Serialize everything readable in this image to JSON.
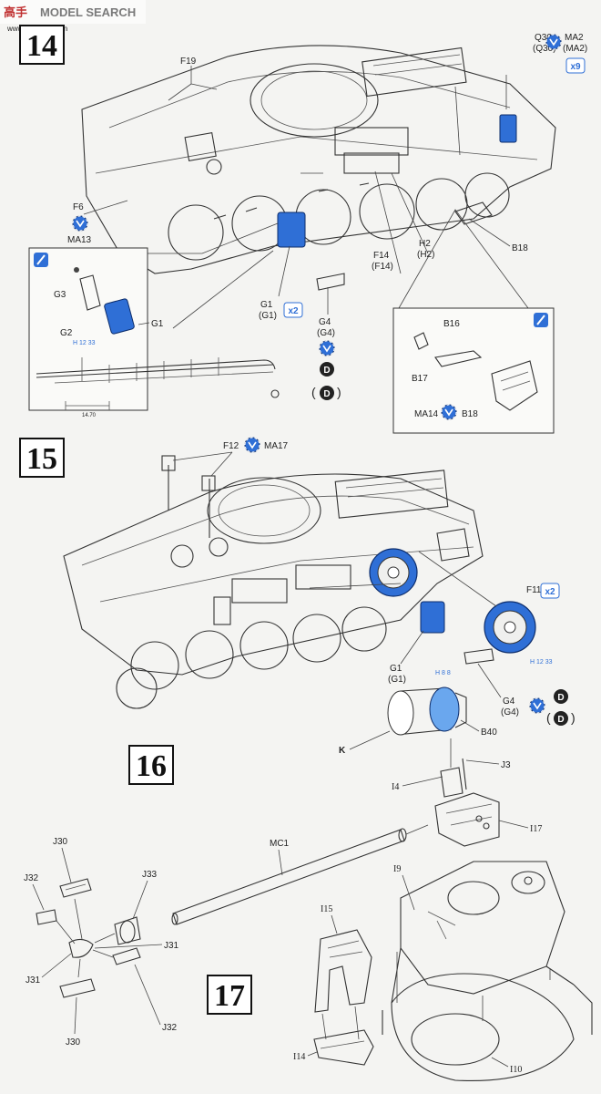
{
  "watermark": {
    "brand_cn": "高手",
    "brand_en": "MODEL SEARCH",
    "url": "www.hasobby.com"
  },
  "colors": {
    "accent": "#2f6fd6",
    "ink": "#333333",
    "paper": "#f4f4f2"
  },
  "step14": {
    "number": "14",
    "labels": {
      "q30": "Q30",
      "q30p": "(Q30)",
      "ma2": "MA2",
      "ma2p": "(MA2)",
      "x9": "x9",
      "f19": "F19",
      "f6": "F6",
      "ma13": "MA13",
      "g3": "G3",
      "g2": "G2",
      "g1_inset": "G1",
      "h_code": "H 12 33",
      "g1": "G1",
      "g1p": "(G1)",
      "x2": "x2",
      "g4": "G4",
      "g4p": "(G4)",
      "d1": "D",
      "d2": "D",
      "f14": "F14",
      "f14p": "(F14)",
      "h2": "H2",
      "h2p": "(H2)",
      "b18": "B18",
      "b16": "B16",
      "b17": "B17",
      "ma14": "MA14",
      "b18_inset": "B18",
      "dim": "14.70"
    }
  },
  "step15": {
    "number": "15",
    "labels": {
      "f12": "F12",
      "ma17": "MA17",
      "f11": "F11",
      "x2": "x2",
      "g1": "G1",
      "g1p": "(G1)",
      "h_code": "H 12 33",
      "g4": "G4",
      "g4p": "(G4)",
      "d1": "D",
      "d2": "D",
      "b_code": "H 8 8",
      "b40": "B40",
      "k": "K"
    }
  },
  "step16": {
    "number": "16",
    "labels": {
      "j3": "J3",
      "i4": "I4",
      "i17": "I17",
      "mc1": "MC1"
    }
  },
  "step17": {
    "number": "17",
    "labels": {
      "j30_top": "J30",
      "j32_top": "J32",
      "j33": "J33",
      "j31_left": "J31",
      "j31_right": "J31",
      "j30_bottom": "J30",
      "j32_bottom": "J32",
      "i9": "I9",
      "i15": "I15",
      "i14": "I14",
      "i10": "I10"
    }
  }
}
